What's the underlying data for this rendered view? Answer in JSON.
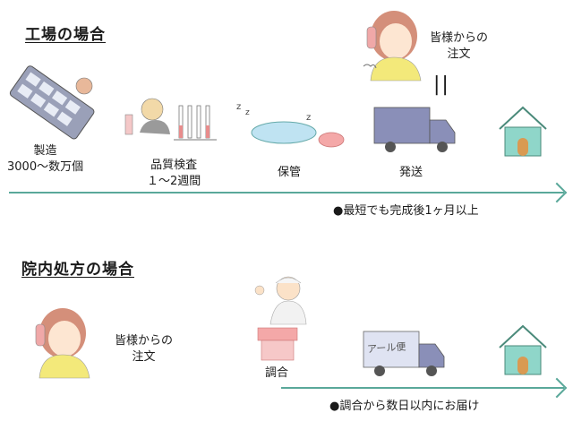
{
  "factory": {
    "title": "工場の場合",
    "steps": [
      {
        "line1": "製造",
        "line2": "3000～数万個"
      },
      {
        "line1": "品質検査",
        "line2": "１～2週間"
      },
      {
        "line1": "保管",
        "line2": ""
      },
      {
        "line1": "発送",
        "line2": ""
      }
    ],
    "order": {
      "line1": "皆様からの",
      "line2": "注文"
    },
    "equals": "||",
    "note": "●最短でも完成後1ヶ月以上"
  },
  "hospital": {
    "title": "院内処方の場合",
    "order": {
      "line1": "皆様からの",
      "line2": "注文"
    },
    "step": "調合",
    "truck_text": "アール便",
    "note": "●調合から数日以内にお届け"
  },
  "colors": {
    "arrow": "#5aa89a",
    "house": "#8fd6c9",
    "hair": "#d48f7a",
    "shirt": "#f3e97a",
    "truck": "#8a8fb8"
  }
}
